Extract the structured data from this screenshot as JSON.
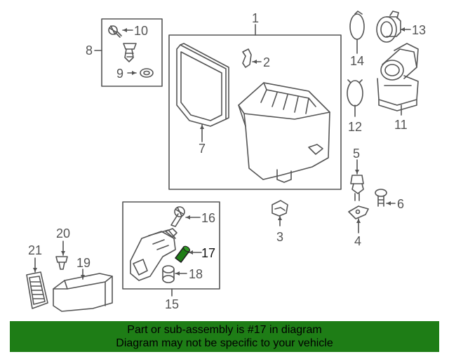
{
  "callouts": {
    "c1": "1",
    "c2": "2",
    "c3": "3",
    "c4": "4",
    "c5": "5",
    "c6": "6",
    "c7": "7",
    "c8": "8",
    "c9": "9",
    "c10": "10",
    "c11": "11",
    "c12": "12",
    "c13": "13",
    "c14": "14",
    "c15": "15",
    "c16": "16",
    "c17": "17",
    "c18": "18",
    "c19": "19",
    "c20": "20",
    "c21": "21"
  },
  "highlighted_part": "17",
  "colors": {
    "banner": "#1e7d16",
    "highlight": "#1e7d16",
    "line": "#555555"
  },
  "banner": {
    "line1": "Part or sub-assembly is #17 in diagram",
    "line2": "Diagram may not be specific to your vehicle"
  }
}
